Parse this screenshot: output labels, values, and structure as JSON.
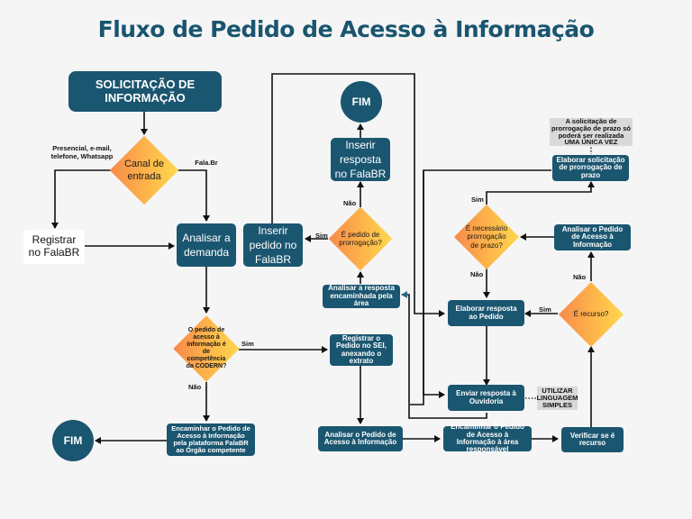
{
  "title": "Fluxo de Pedido de Acesso à Informação",
  "nodes": {
    "start": "SOLICITAÇÃO DE INFORMAÇÃO",
    "canal": "Canal de entrada",
    "registrar_falabr": "Registrar no FalaBR",
    "analisar_demanda": "Analisar a demanda",
    "competencia": "O pedido de acesso à informação é de competência da CODERN?",
    "encaminhar_orgao": "Encaminhar o Pedido de Acesso à Informação pela plataforma FalaBR ao Órgão competente",
    "fim_left": "FIM",
    "registrar_sei": "Registrar o Pedido no SEI, anexando o extrato",
    "analisar_pedido": "Analisar o Pedido de Acesso à Informação",
    "encaminhar_area": "Encaminhar o Pedido de Acesso à Informação à área responsável",
    "verificar_recurso": "Verificar se é recurso",
    "e_recurso": "É recurso?",
    "analisar_pedido2": "Analisar o Pedido de Acesso à Informação",
    "necessario_prorrogacao": "É necessário prorrogação de prazo?",
    "elaborar_solicitacao": "Elaborar solicitação de prorrogação de prazo",
    "elaborar_resposta": "Elaborar resposta ao Pedido",
    "enviar_ouvidoria": "Enviar resposta à Ouvidoria",
    "analisar_resposta": "Analisar a resposta encaminhada pela área",
    "pedido_prorrogacao": "É pedido de prorrogação?",
    "inserir_pedido": "Inserir pedido no FalaBR",
    "inserir_resposta": "Inserir resposta no FalaBR",
    "fim_top": "FIM"
  },
  "labels": {
    "canal_left": "Presencial, e-mail, telefone, Whatsapp",
    "canal_right": "Fala.Br",
    "sim": "Sim",
    "nao": "Não"
  },
  "notes": {
    "prorrogacao_unica": "A solicitação de prorrogação de prazo só poderá ser realizada UMA ÚNICA VEZ",
    "linguagem_simples": "UTILIZAR LINGUAGEM SIMPLES"
  }
}
